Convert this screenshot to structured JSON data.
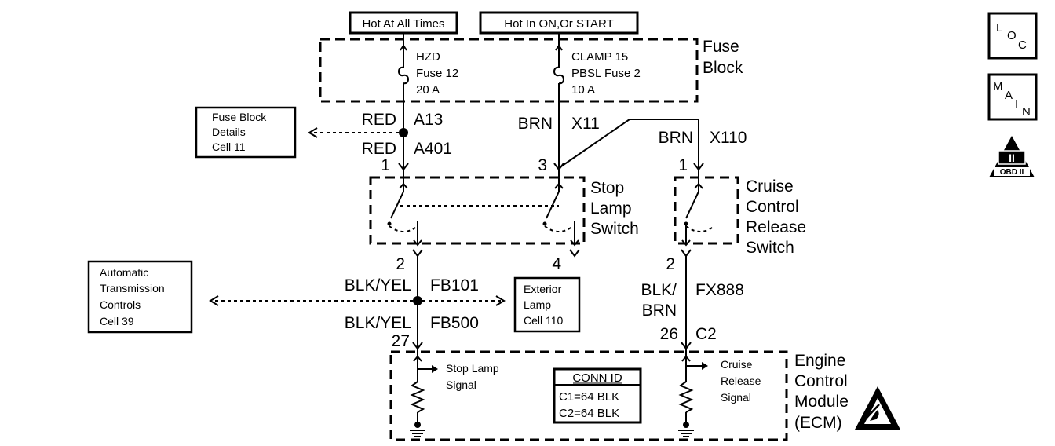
{
  "power_labels": {
    "hot_at_all_times": "Hot At All Times",
    "hot_in_on_start": "Hot In ON,Or START"
  },
  "fuse_block": {
    "line1": "Fuse",
    "line2": "Block",
    "fuse_left": {
      "name": "HZD",
      "fuse": "Fuse 12",
      "rating": "20 A"
    },
    "fuse_right": {
      "name": "CLAMP 15",
      "fuse": "PBSL Fuse 2",
      "rating": "10 A"
    }
  },
  "ref_fuse_block": {
    "line1": "Fuse Block",
    "line2": "Details",
    "line3": "Cell 11"
  },
  "ref_atc": {
    "line1": "Automatic",
    "line2": "Transmission",
    "line3": "Controls",
    "line4": "Cell 39"
  },
  "ref_exterior": {
    "line1": "Exterior",
    "line2": "Lamp",
    "line3": "Cell 110"
  },
  "wires": {
    "red": "RED",
    "a13": "A13",
    "a401": "A401",
    "brn": "BRN",
    "x11": "X11",
    "x110": "X110",
    "blkyel": "BLK/YEL",
    "fb101": "FB101",
    "fb500": "FB500",
    "blk": "BLK/",
    "brn2": "BRN",
    "fx888": "FX888",
    "c2": "C2"
  },
  "pins": {
    "p1_left": "1",
    "p3": "3",
    "p1_right": "1",
    "p2_left": "2",
    "p4": "4",
    "p2_right": "2",
    "p27": "27",
    "p26": "26"
  },
  "stop_lamp_switch": {
    "line1": "Stop",
    "line2": "Lamp",
    "line3": "Switch"
  },
  "cruise_switch": {
    "line1": "Cruise",
    "line2": "Control",
    "line3": "Release",
    "line4": "Switch"
  },
  "ecm": {
    "line1": "Engine",
    "line2": "Control",
    "line3": "Module",
    "line4": "(ECM)",
    "stop_signal_1": "Stop Lamp",
    "stop_signal_2": "Signal",
    "cruise_signal_1": "Cruise",
    "cruise_signal_2": "Release",
    "cruise_signal_3": "Signal",
    "conn_title": "CONN ID",
    "conn_c1": "C1=64 BLK",
    "conn_c2": "C2=64 BLK"
  },
  "icons": {
    "loc": {
      "l": "L",
      "o": "O",
      "c": "C"
    },
    "main": {
      "m": "M",
      "a": "A",
      "i": "I",
      "n": "N"
    },
    "obd": {
      "roman": "II",
      "label": "OBD II"
    }
  }
}
